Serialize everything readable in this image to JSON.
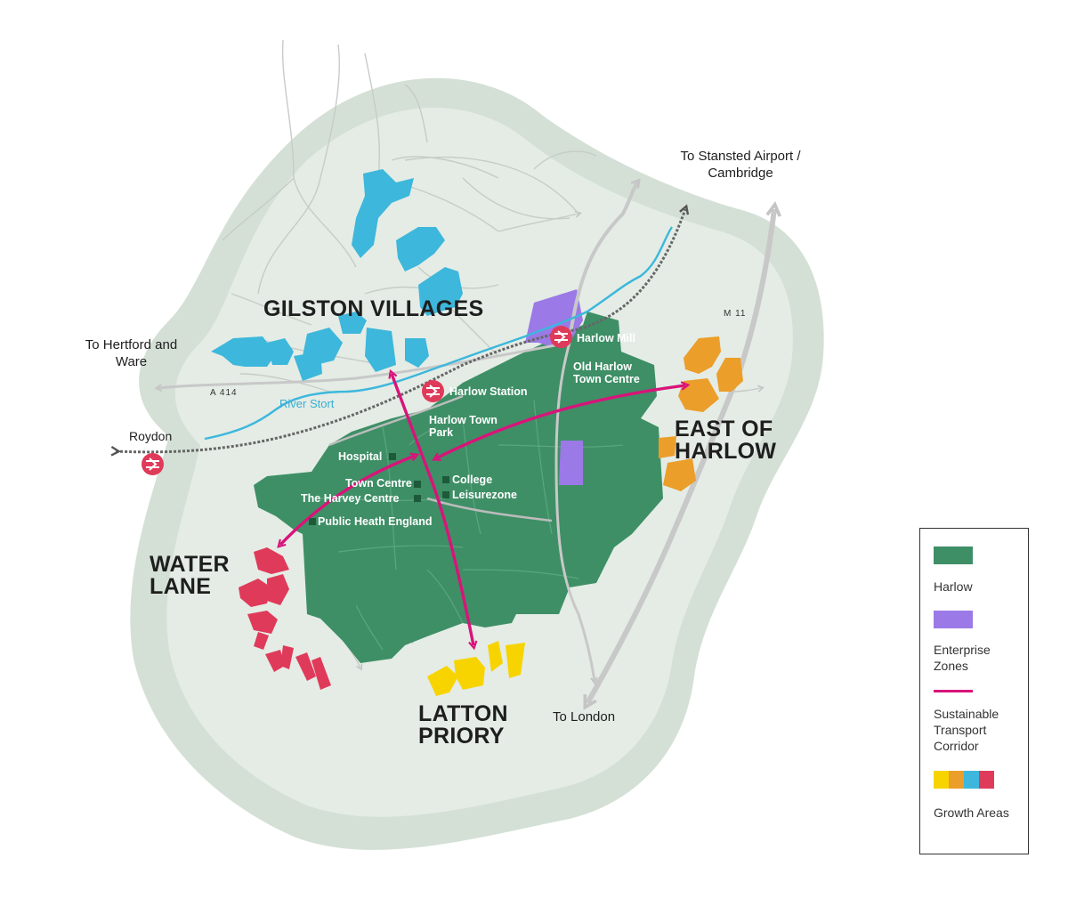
{
  "areas": {
    "gilston": "GILSTON VILLAGES",
    "east": "EAST OF HARLOW",
    "water": "WATER LANE",
    "latton": "LATTON PRIORY"
  },
  "places": {
    "stansted": "To Stansted Airport / Cambridge",
    "hertford": "To Hertford and Ware",
    "roydon": "Roydon",
    "london": "To London",
    "harlow_mill": "Harlow Mill",
    "harlow_station": "Harlow Station",
    "old_harlow": "Old Harlow Town Centre",
    "town_park": "Harlow Town Park",
    "hospital": "Hospital",
    "town_centre": "Town Centre",
    "harvey_centre": "The Harvey Centre",
    "public_health": "Public Heath England",
    "college": "College",
    "leisurezone": "Leisurezone"
  },
  "roads": {
    "a414": "A 414",
    "m11": "M 11"
  },
  "river": "River Stort",
  "legend": {
    "items": [
      {
        "label": "Harlow",
        "color": "#3e8f66"
      },
      {
        "label": "Enterprise Zones",
        "color": "#9b79e6"
      },
      {
        "label": "Sustainable Transport Corridor",
        "color": "#d8147a"
      },
      {
        "label": "Growth Areas",
        "colors": [
          "#f7d400",
          "#eb9e2a",
          "#3db7dc",
          "#e03a5a"
        ]
      }
    ]
  },
  "colors": {
    "halo_outer": "#d4e0d6",
    "halo_inner": "#e6ede7",
    "harlow": "#3e8f66",
    "enterprise": "#9b79e6",
    "corridor": "#d8147a",
    "gilston": "#3db7dc",
    "east": "#eb9e2a",
    "water": "#e03a5a",
    "latton": "#f7d400"
  }
}
